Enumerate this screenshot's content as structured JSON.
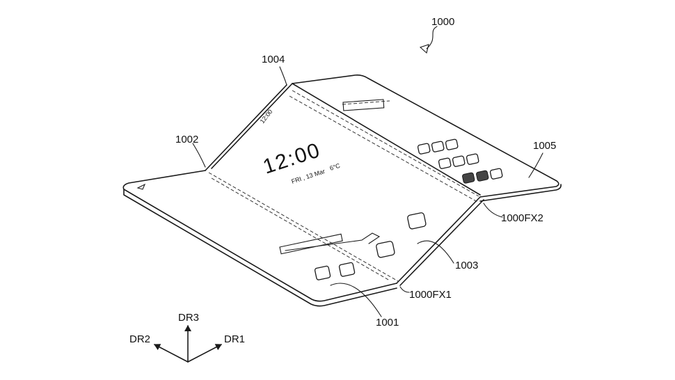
{
  "figure_number": "1000",
  "labels": {
    "ref_1000": "1000",
    "ref_1001": "1001",
    "ref_1002": "1002",
    "ref_1003": "1003",
    "ref_1004": "1004",
    "ref_1005": "1005",
    "ref_fx1": "1000FX1",
    "ref_fx2": "1000FX2"
  },
  "screen": {
    "clock": "12:00",
    "status_time": "12:00",
    "date": "FRI , 13 Mar",
    "temperature": "6°C"
  },
  "axes": {
    "dr1": "DR1",
    "dr2": "DR2",
    "dr3": "DR3"
  },
  "icons": [
    "phone-icon",
    "message-icon",
    "app-icon",
    "app-icon",
    "app-icon"
  ]
}
